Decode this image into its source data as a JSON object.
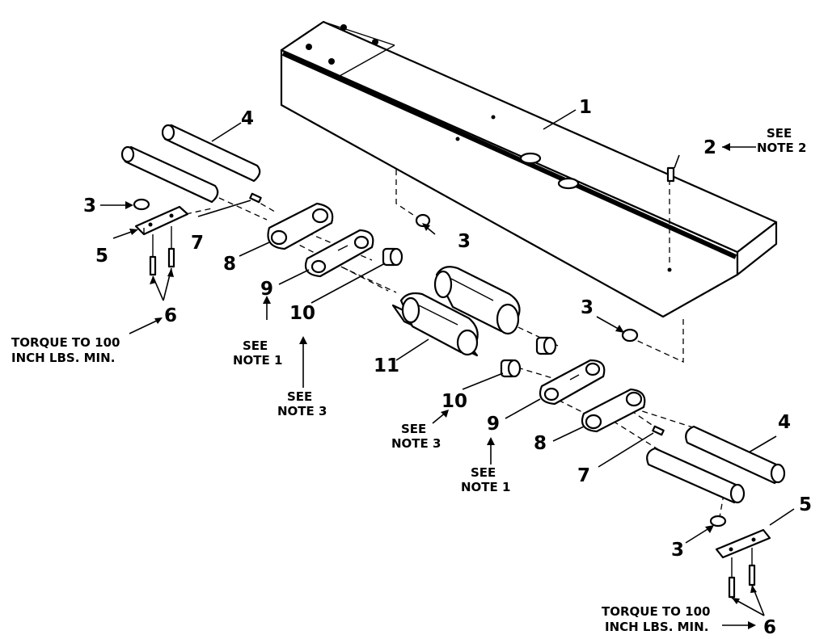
{
  "diagram": {
    "callouts": {
      "c1": "1",
      "c2": "2",
      "c3a": "3",
      "c3b": "3",
      "c3c": "3",
      "c3d": "3",
      "c4a": "4",
      "c4b": "4",
      "c5a": "5",
      "c5b": "5",
      "c6a": "6",
      "c6b": "6",
      "c7a": "7",
      "c7b": "7",
      "c8a": "8",
      "c8b": "8",
      "c9a": "9",
      "c9b": "9",
      "c10a": "10",
      "c10b": "10",
      "c11": "11"
    },
    "notes": {
      "see": "SEE",
      "note1": "NOTE 1",
      "note2": "NOTE 2",
      "note3": "NOTE 3",
      "torque_line1": "TORQUE TO 100",
      "torque_line2": "INCH LBS. MIN."
    }
  }
}
